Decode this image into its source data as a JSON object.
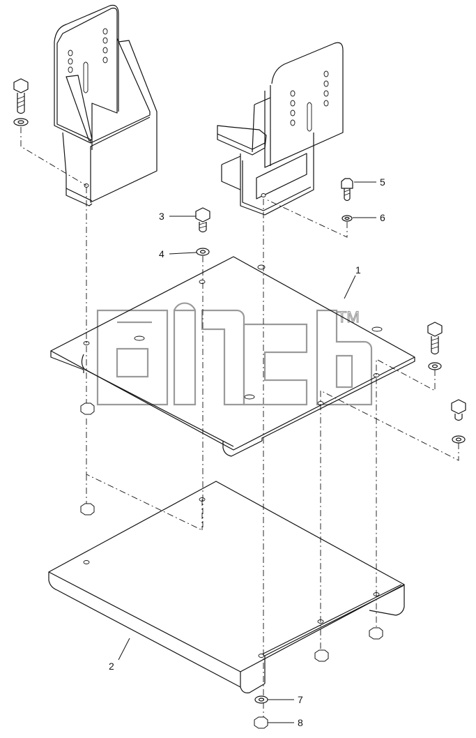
{
  "callouts": [
    {
      "number": "1",
      "part": "upper-plate"
    },
    {
      "number": "2",
      "part": "lower-plate"
    },
    {
      "number": "3",
      "part": "bolt"
    },
    {
      "number": "4",
      "part": "washer"
    },
    {
      "number": "5",
      "part": "screw"
    },
    {
      "number": "6",
      "part": "washer"
    },
    {
      "number": "7",
      "part": "washer"
    },
    {
      "number": "8",
      "part": "nut"
    }
  ],
  "watermark": {
    "trademark": "TM"
  },
  "colors": {
    "line": "#111111",
    "watermark": "#9a9a9a",
    "background": "#ffffff"
  }
}
